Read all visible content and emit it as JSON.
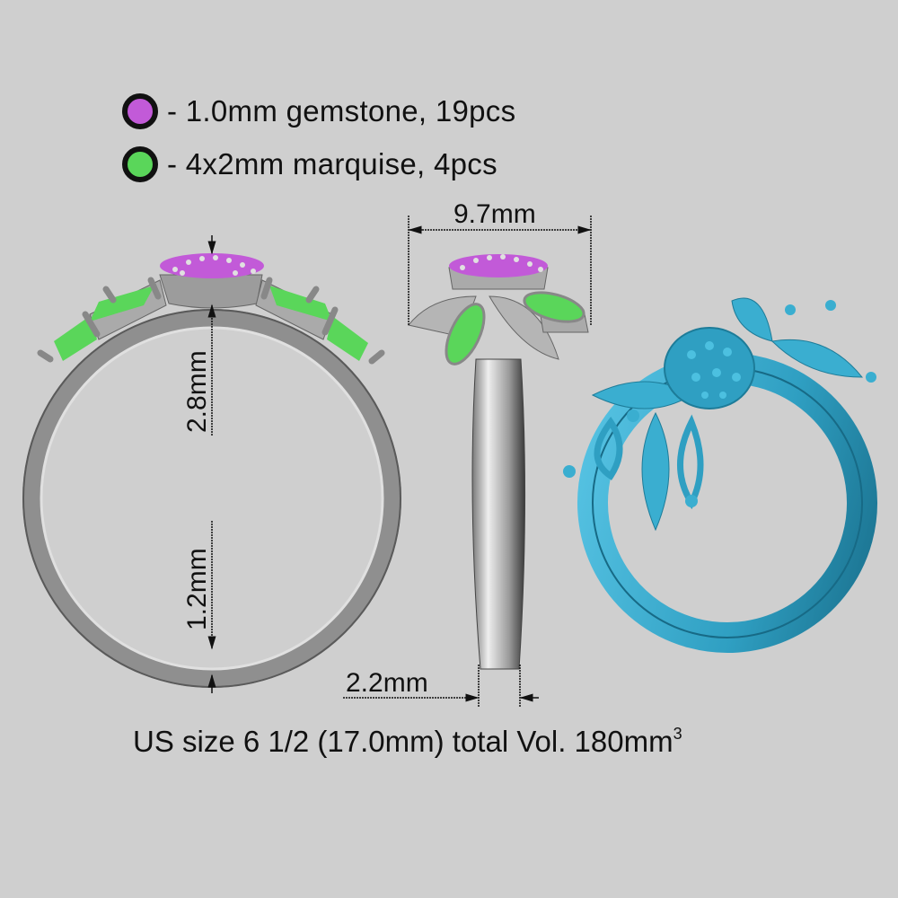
{
  "legend": {
    "items": [
      {
        "color": "#c25ad8",
        "label": "- 1.0mm gemstone, 19pcs",
        "name": "gemstone"
      },
      {
        "color": "#5ad65a",
        "label": "- 4x2mm marquise, 4pcs",
        "name": "marquise"
      }
    ]
  },
  "dimensions": {
    "width_top": "9.7mm",
    "top_height": "2.8mm",
    "band_thickness": "1.2mm",
    "band_width": "2.2mm"
  },
  "footer": {
    "text": "US size 6 1/2 (17.0mm) total Vol. 180mm",
    "superscript": "3"
  },
  "colors": {
    "background": "#cfcfcf",
    "metal": "#a8a8a8",
    "wax_model": "#3aaed0",
    "gemstone": "#c25ad8",
    "marquise": "#5ad65a"
  },
  "views": [
    "front-view",
    "side-view",
    "3d-perspective-view"
  ]
}
